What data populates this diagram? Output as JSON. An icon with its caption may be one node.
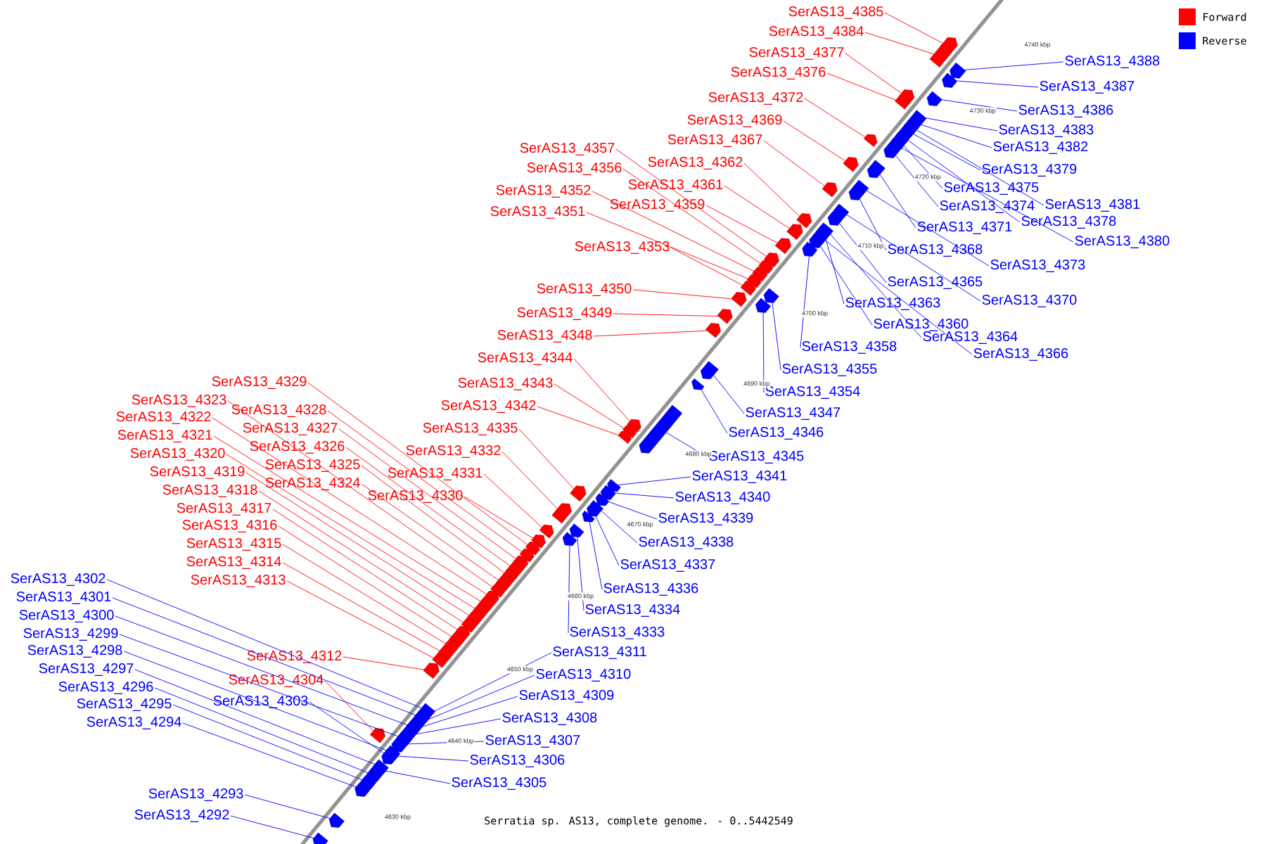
{
  "diagram": {
    "caption": "Serratia sp. AS13, complete genome. - 0..5442549",
    "nodes": [
      {
        "text": [
          "SerAS13_4385"
        ]
      },
      {
        "text": [
          "SerAS13_4384"
        ]
      },
      {
        "text": [
          "SerAS13_4377"
        ]
      },
      {
        "text": [
          "SerAS13_4376"
        ]
      },
      {
        "text": [
          "SerAS13_4372"
        ]
      },
      {
        "text": [
          "SerAS13_4369"
        ]
      },
      {
        "text": [
          "SerAS13_4367"
        ]
      },
      {
        "text": [
          "SerAS13_4362"
        ]
      },
      {
        "text": [
          "SerAS13_4361"
        ]
      },
      {
        "text": [
          "SerAS13_4359"
        ]
      },
      {
        "text": [
          "SerAS13_4357"
        ]
      },
      {
        "text": [
          "SerAS13_4356"
        ]
      },
      {
        "text": [
          "SerAS13_4352"
        ]
      },
      {
        "text": [
          "SerAS13_4351"
        ]
      },
      {
        "text": [
          "SerAS13_4353"
        ]
      },
      {
        "text": [
          "SerAS13_4350"
        ]
      },
      {
        "text": [
          "SerAS13_4349"
        ]
      },
      {
        "text": [
          "SerAS13_4348"
        ]
      },
      {
        "text": [
          "SerAS13_4344"
        ]
      },
      {
        "text": [
          "SerAS13_4343"
        ]
      },
      {
        "text": [
          "SerAS13_4342"
        ]
      },
      {
        "text": [
          "SerAS13_4335"
        ]
      },
      {
        "text": [
          "SerAS13_4332"
        ]
      },
      {
        "text": [
          "SerAS13_4331"
        ]
      },
      {
        "text": [
          "SerAS13_4330"
        ]
      },
      {
        "text": [
          "SerAS13_4329"
        ]
      },
      {
        "text": [
          "SerAS13_4328"
        ]
      },
      {
        "text": [
          "SerAS13_4327"
        ]
      },
      {
        "text": [
          "SerAS13_4326"
        ]
      },
      {
        "text": [
          "SerAS13_4325"
        ]
      },
      {
        "text": [
          "SerAS13_4324"
        ]
      },
      {
        "text": [
          "SerAS13_4323"
        ]
      },
      {
        "text": [
          "SerAS13_4322"
        ]
      },
      {
        "text": [
          "SerAS13_4321"
        ]
      },
      {
        "text": [
          "SerAS13_4320"
        ]
      },
      {
        "text": [
          "SerAS13_4319"
        ]
      },
      {
        "text": [
          "SerAS13_4318"
        ]
      },
      {
        "text": [
          "SerAS13_4317"
        ]
      },
      {
        "text": [
          "SerAS13_4316"
        ]
      },
      {
        "text": [
          "SerAS13_4315"
        ]
      },
      {
        "text": [
          "SerAS13_4314"
        ]
      },
      {
        "text": [
          "SerAS13_4313"
        ]
      },
      {
        "text": [
          "SerAS13_4312"
        ]
      },
      {
        "text": [
          "SerAS13_4304"
        ]
      },
      {
        "text": [
          "SerAS13_4303"
        ]
      },
      {
        "text": [
          "SerAS13_4302"
        ]
      },
      {
        "text": [
          "SerAS13_4301"
        ]
      },
      {
        "text": [
          "SerAS13_4300"
        ]
      },
      {
        "text": [
          "SerAS13_4299"
        ]
      },
      {
        "text": [
          "SerAS13_4298"
        ]
      },
      {
        "text": [
          "SerAS13_4297"
        ]
      },
      {
        "text": [
          "SerAS13_4296"
        ]
      },
      {
        "text": [
          "SerAS13_4295"
        ]
      },
      {
        "text": [
          "SerAS13_4294"
        ]
      },
      {
        "text": [
          "SerAS13_4293"
        ]
      },
      {
        "text": [
          "SerAS13_4292"
        ]
      },
      {
        "text": [
          "SerAS13_4388"
        ]
      },
      {
        "text": [
          "SerAS13_4387"
        ]
      },
      {
        "text": [
          "SerAS13_4386"
        ]
      },
      {
        "text": [
          "SerAS13_4383"
        ]
      },
      {
        "text": [
          "SerAS13_4382"
        ]
      },
      {
        "text": [
          "SerAS13_4379"
        ]
      },
      {
        "text": [
          "SerAS13_4375"
        ]
      },
      {
        "text": [
          "SerAS13_4374"
        ]
      },
      {
        "text": [
          "SerAS13_4381"
        ]
      },
      {
        "text": [
          "SerAS13_4378"
        ]
      },
      {
        "text": [
          "SerAS13_4380"
        ]
      },
      {
        "text": [
          "SerAS13_4371"
        ]
      },
      {
        "text": [
          "SerAS13_4373"
        ]
      },
      {
        "text": [
          "SerAS13_4368"
        ]
      },
      {
        "text": [
          "SerAS13_4365"
        ]
      },
      {
        "text": [
          "SerAS13_4370"
        ]
      },
      {
        "text": [
          "SerAS13_4363"
        ]
      },
      {
        "text": [
          "SerAS13_4360"
        ]
      },
      {
        "text": [
          "SerAS13_4364"
        ]
      },
      {
        "text": [
          "SerAS13_4366"
        ]
      },
      {
        "text": [
          "SerAS13_4358"
        ]
      },
      {
        "text": [
          "SerAS13_4355"
        ]
      },
      {
        "text": [
          "SerAS13_4354"
        ]
      },
      {
        "text": [
          "SerAS13_4347"
        ]
      },
      {
        "text": [
          "SerAS13_4346"
        ]
      },
      {
        "text": [
          "SerAS13_4345"
        ]
      },
      {
        "text": [
          "SerAS13_4341"
        ]
      },
      {
        "text": [
          "SerAS13_4340"
        ]
      },
      {
        "text": [
          "SerAS13_4339"
        ]
      },
      {
        "text": [
          "SerAS13_4338"
        ]
      },
      {
        "text": [
          "SerAS13_4337"
        ]
      },
      {
        "text": [
          "SerAS13_4336"
        ]
      },
      {
        "text": [
          "SerAS13_4334"
        ]
      },
      {
        "text": [
          "SerAS13_4333"
        ]
      },
      {
        "text": [
          "SerAS13_4311"
        ]
      },
      {
        "text": [
          "SerAS13_4310"
        ]
      },
      {
        "text": [
          "SerAS13_4309"
        ]
      },
      {
        "text": [
          "SerAS13_4308"
        ]
      },
      {
        "text": [
          "SerAS13_4307"
        ]
      },
      {
        "text": [
          "SerAS13_4306"
        ]
      },
      {
        "text": [
          "SerAS13_4305"
        ]
      },
      {
        "text": [],
        "shape": "bar"
      },
      {
        "text": [],
        "shape": "bar"
      },
      {
        "text": [],
        "shape": "bar"
      },
      {
        "text": [],
        "shape": "bar"
      },
      {
        "text": [],
        "shape": "bar"
      },
      {
        "text": [],
        "shape": "bar"
      },
      {
        "text": [],
        "shape": "bar"
      },
      {
        "text": [],
        "shape": "bar"
      },
      {
        "text": [],
        "shape": "bar"
      },
      {
        "text": [],
        "shape": "bar"
      },
      {
        "text": [],
        "shape": "bar"
      },
      {
        "text": [],
        "shape": "bar"
      },
      {
        "text": [],
        "shape": "bar"
      },
      {
        "text": [],
        "shape": "bar"
      },
      {
        "text": [],
        "shape": "bar"
      },
      {
        "text": [],
        "shape": "bar"
      },
      {
        "text": [],
        "shape": "bar"
      },
      {
        "text": [],
        "shape": "bar"
      },
      {
        "text": [],
        "shape": "bar"
      },
      {
        "text": [],
        "shape": "bar"
      },
      {
        "text": [],
        "shape": "bar"
      },
      {
        "text": [],
        "shape": "bar"
      },
      {
        "text": [],
        "shape": "bar"
      },
      {
        "text": [],
        "shape": "bar"
      },
      {
        "text": [],
        "shape": "bar"
      },
      {
        "text": [],
        "shape": "bar"
      },
      {
        "text": [],
        "shape": "bar"
      },
      {
        "text": [],
        "shape": "bar"
      },
      {
        "text": [],
        "shape": "bar"
      },
      {
        "text": [],
        "shape": "bar"
      },
      {
        "text": [],
        "shape": "bar"
      },
      {
        "text": [],
        "shape": "bar"
      },
      {
        "text": [],
        "shape": "bar"
      },
      {
        "text": [],
        "shape": "bar"
      },
      {
        "text": [],
        "shape": "bar"
      },
      {
        "text": [],
        "shape": "bar"
      },
      {
        "text": [],
        "shape": "bar"
      },
      {
        "text": [],
        "shape": "bar"
      },
      {
        "text": [],
        "shape": "bar"
      },
      {
        "text": [],
        "shape": "bar"
      },
      {
        "text": [],
        "shape": "bar"
      },
      {
        "text": [],
        "shape": "bar"
      },
      {
        "text": [],
        "shape": "bar"
      },
      {
        "text": [],
        "shape": "bar"
      },
      {
        "text": [],
        "shape": "bar"
      },
      {
        "text": [],
        "shape": "bar"
      },
      {
        "text": [],
        "shape": "bar"
      },
      {
        "text": [],
        "shape": "bar"
      },
      {
        "text": [],
        "shape": "bar"
      },
      {
        "text": [],
        "shape": "bar"
      },
      {
        "text": [],
        "shape": "bar"
      },
      {
        "text": [],
        "shape": "bar"
      },
      {
        "text": [],
        "shape": "bar"
      },
      {
        "text": [],
        "shape": "bar"
      },
      {
        "text": [],
        "shape": "bar"
      },
      {
        "text": [],
        "shape": "bar"
      },
      {
        "text": [],
        "shape": "bar"
      },
      {
        "text": [],
        "shape": "bar"
      },
      {
        "text": [],
        "shape": "bar"
      },
      {
        "text": [],
        "shape": "bar"
      },
      {
        "text": [],
        "shape": "bar"
      },
      {
        "text": [],
        "shape": "bar"
      },
      {
        "text": [],
        "shape": "bar"
      },
      {
        "text": [],
        "shape": "bar"
      },
      {
        "text": [],
        "shape": "bar"
      },
      {
        "text": [],
        "shape": "bar"
      },
      {
        "text": [],
        "shape": "bar"
      },
      {
        "text": [],
        "shape": "bar"
      },
      {
        "text": [],
        "shape": "bar"
      },
      {
        "text": [],
        "shape": "bar"
      },
      {
        "text": [],
        "shape": "bar"
      },
      {
        "text": [],
        "shape": "bar"
      },
      {
        "text": [],
        "shape": "bar"
      },
      {
        "text": [],
        "shape": "bar"
      },
      {
        "text": [],
        "shape": "bar"
      },
      {
        "text": [],
        "shape": "bar"
      },
      {
        "text": [],
        "shape": "bar"
      },
      {
        "text": [],
        "shape": "bar"
      },
      {
        "text": [],
        "shape": "bar"
      },
      {
        "text": [],
        "shape": "bar"
      },
      {
        "text": [],
        "shape": "bar"
      },
      {
        "text": [],
        "shape": "bar"
      },
      {
        "text": [],
        "shape": "bar"
      },
      {
        "text": [],
        "shape": "bar"
      },
      {
        "text": [],
        "shape": "bar"
      },
      {
        "text": [],
        "shape": "bar"
      },
      {
        "text": [],
        "shape": "bar"
      },
      {
        "text": [],
        "shape": "bar"
      },
      {
        "text": [],
        "shape": "bar"
      },
      {
        "text": [],
        "shape": "bar"
      },
      {
        "text": [],
        "shape": "bar"
      },
      {
        "text": [],
        "shape": "bar"
      },
      {
        "text": [],
        "shape": "bar"
      },
      {
        "text": [],
        "shape": "bar"
      },
      {
        "text": [],
        "shape": "bar"
      },
      {
        "text": [],
        "shape": "bar"
      },
      {
        "text": [],
        "shape": "bar"
      }
    ],
    "edges": [
      {
        "from": 0,
        "to": 97,
        "arrow": "none",
        "color": "#ff0000"
      },
      {
        "from": 1,
        "to": 98,
        "arrow": "none",
        "color": "#ff0000"
      },
      {
        "from": 2,
        "to": 99,
        "arrow": "none",
        "color": "#ff0000"
      },
      {
        "from": 3,
        "to": 100,
        "arrow": "none",
        "color": "#ff0000"
      },
      {
        "from": 4,
        "to": 101,
        "arrow": "none",
        "color": "#ff0000"
      },
      {
        "from": 5,
        "to": 102,
        "arrow": "none",
        "color": "#ff0000"
      },
      {
        "from": 6,
        "to": 103,
        "arrow": "none",
        "color": "#ff0000"
      },
      {
        "from": 7,
        "to": 104,
        "arrow": "none",
        "color": "#ff0000"
      },
      {
        "from": 8,
        "to": 105,
        "arrow": "none",
        "color": "#ff0000"
      },
      {
        "from": 9,
        "to": 106,
        "arrow": "none",
        "color": "#ff0000"
      },
      {
        "from": 10,
        "to": 107,
        "arrow": "none",
        "color": "#ff0000"
      },
      {
        "from": 11,
        "to": 108,
        "arrow": "none",
        "color": "#ff0000"
      },
      {
        "from": 12,
        "to": 109,
        "arrow": "none",
        "color": "#ff0000"
      },
      {
        "from": 13,
        "to": 110,
        "arrow": "none",
        "color": "#ff0000"
      },
      {
        "from": 14,
        "to": 111,
        "arrow": "none",
        "color": "#ff0000"
      },
      {
        "from": 15,
        "to": 112,
        "arrow": "none",
        "color": "#ff0000"
      },
      {
        "from": 16,
        "to": 113,
        "arrow": "none",
        "color": "#ff0000"
      },
      {
        "from": 17,
        "to": 114,
        "arrow": "none",
        "color": "#ff0000"
      },
      {
        "from": 18,
        "to": 115,
        "arrow": "none",
        "color": "#ff0000"
      },
      {
        "from": 19,
        "to": 116,
        "arrow": "none",
        "color": "#ff0000"
      },
      {
        "from": 20,
        "to": 117,
        "arrow": "none",
        "color": "#ff0000"
      },
      {
        "from": 21,
        "to": 118,
        "arrow": "none",
        "color": "#ff0000"
      },
      {
        "from": 22,
        "to": 119,
        "arrow": "none",
        "color": "#ff0000"
      },
      {
        "from": 23,
        "to": 120,
        "arrow": "none",
        "color": "#ff0000"
      },
      {
        "from": 24,
        "to": 121,
        "arrow": "none",
        "color": "#ff0000"
      },
      {
        "from": 25,
        "to": 122,
        "arrow": "none",
        "color": "#ff0000"
      },
      {
        "from": 26,
        "to": 123,
        "arrow": "none",
        "color": "#ff0000"
      },
      {
        "from": 27,
        "to": 124,
        "arrow": "none",
        "color": "#ff0000"
      },
      {
        "from": 28,
        "to": 125,
        "arrow": "none",
        "color": "#ff0000"
      },
      {
        "from": 29,
        "to": 126,
        "arrow": "none",
        "color": "#ff0000"
      },
      {
        "from": 30,
        "to": 127,
        "arrow": "none",
        "color": "#ff0000"
      },
      {
        "from": 31,
        "to": 128,
        "arrow": "none",
        "color": "#ff0000"
      },
      {
        "from": 32,
        "to": 129,
        "arrow": "none",
        "color": "#ff0000"
      },
      {
        "from": 33,
        "to": 130,
        "arrow": "none",
        "color": "#ff0000"
      },
      {
        "from": 34,
        "to": 131,
        "arrow": "none",
        "color": "#ff0000"
      },
      {
        "from": 35,
        "to": 132,
        "arrow": "none",
        "color": "#ff0000"
      },
      {
        "from": 36,
        "to": 133,
        "arrow": "none",
        "color": "#ff0000"
      },
      {
        "from": 37,
        "to": 134,
        "arrow": "none",
        "color": "#ff0000"
      },
      {
        "from": 38,
        "to": 135,
        "arrow": "none",
        "color": "#ff0000"
      },
      {
        "from": 39,
        "to": 136,
        "arrow": "none",
        "color": "#ff0000"
      },
      {
        "from": 40,
        "to": 137,
        "arrow": "none",
        "color": "#ff0000"
      },
      {
        "from": 41,
        "to": 138,
        "arrow": "none",
        "color": "#ff0000"
      },
      {
        "from": 42,
        "to": 139,
        "arrow": "none",
        "color": "#ff0000"
      },
      {
        "from": 43,
        "to": 140,
        "arrow": "none",
        "color": "#ff0000"
      },
      {
        "from": 44,
        "to": 141,
        "arrow": "none"
      },
      {
        "from": 45,
        "to": 142,
        "arrow": "none"
      },
      {
        "from": 46,
        "to": 143,
        "arrow": "none"
      },
      {
        "from": 47,
        "to": 144,
        "arrow": "none"
      },
      {
        "from": 48,
        "to": 145,
        "arrow": "none"
      },
      {
        "from": 49,
        "to": 146,
        "arrow": "none"
      },
      {
        "from": 50,
        "to": 147,
        "arrow": "none"
      },
      {
        "from": 51,
        "to": 148,
        "arrow": "none"
      },
      {
        "from": 52,
        "to": 149,
        "arrow": "none"
      },
      {
        "from": 53,
        "to": 150,
        "arrow": "none"
      },
      {
        "from": 54,
        "to": 151,
        "arrow": "none"
      },
      {
        "from": 55,
        "to": 152,
        "arrow": "none"
      },
      {
        "from": 56,
        "to": 153,
        "arrow": "none"
      },
      {
        "from": 57,
        "to": 154,
        "arrow": "none"
      },
      {
        "from": 58,
        "to": 155,
        "arrow": "none"
      },
      {
        "from": 59,
        "to": 156,
        "arrow": "none"
      },
      {
        "from": 60,
        "to": 157,
        "arrow": "none"
      },
      {
        "from": 61,
        "to": 158,
        "arrow": "none"
      },
      {
        "from": 62,
        "to": 159,
        "arrow": "none"
      },
      {
        "from": 63,
        "to": 160,
        "arrow": "none"
      },
      {
        "from": 64,
        "to": 161,
        "arrow": "none"
      },
      {
        "from": 65,
        "to": 162,
        "arrow": "none"
      },
      {
        "from": 66,
        "to": 163,
        "arrow": "none"
      },
      {
        "from": 67,
        "to": 164,
        "arrow": "none"
      },
      {
        "from": 68,
        "to": 165,
        "arrow": "none"
      },
      {
        "from": 69,
        "to": 166,
        "arrow": "none"
      },
      {
        "from": 70,
        "to": 167,
        "arrow": "none"
      },
      {
        "from": 71,
        "to": 168,
        "arrow": "none"
      },
      {
        "from": 72,
        "to": 169,
        "arrow": "none"
      },
      {
        "from": 73,
        "to": 170,
        "arrow": "none"
      },
      {
        "from": 74,
        "to": 171,
        "arrow": "none"
      },
      {
        "from": 75,
        "to": 172,
        "arrow": "none"
      },
      {
        "from": 76,
        "to": 173,
        "arrow": "none"
      },
      {
        "from": 77,
        "to": 174,
        "arrow": "none"
      },
      {
        "from": 78,
        "to": 175,
        "arrow": "none"
      },
      {
        "from": 79,
        "to": 176,
        "arrow": "none"
      },
      {
        "from": 80,
        "to": 177,
        "arrow": "none"
      },
      {
        "from": 81,
        "to": 178,
        "arrow": "none"
      },
      {
        "from": 82,
        "to": 179,
        "arrow": "none"
      },
      {
        "from": 83,
        "to": 180,
        "arrow": "none"
      },
      {
        "from": 84,
        "to": 181,
        "arrow": "none"
      },
      {
        "from": 85,
        "to": 182,
        "arrow": "none"
      },
      {
        "from": 86,
        "to": 183,
        "arrow": "none"
      },
      {
        "from": 87,
        "to": 184,
        "arrow": "none"
      },
      {
        "from": 88,
        "to": 185,
        "arrow": "none"
      },
      {
        "from": 89,
        "to": 186,
        "arrow": "none"
      },
      {
        "from": 90,
        "to": 187,
        "arrow": "none"
      },
      {
        "from": 91,
        "to": 188,
        "arrow": "none"
      },
      {
        "from": 92,
        "to": 189,
        "arrow": "none"
      },
      {
        "from": 93,
        "to": 190,
        "arrow": "none"
      },
      {
        "from": 94,
        "to": 191,
        "arrow": "none"
      },
      {
        "from": 95,
        "to": 192,
        "arrow": "none"
      },
      {
        "from": 96,
        "to": 193,
        "arrow": "none"
      }
    ],
    "labels": [
      "4740 kbp",
      "4730 kbp",
      "4720 kbp",
      "4710 kbp",
      "4700 kbp",
      "4690 kbp",
      "4680 kbp",
      "4670 kbp",
      "4660 kbp",
      "4650 kbp",
      "4640 kbp",
      "4630 kbp"
    ],
    "legend": [
      {
        "text": "Forward",
        "color": "#ff0000"
      },
      {
        "text": "Reverse",
        "color": "#0000ff"
      }
    ]
  }
}
